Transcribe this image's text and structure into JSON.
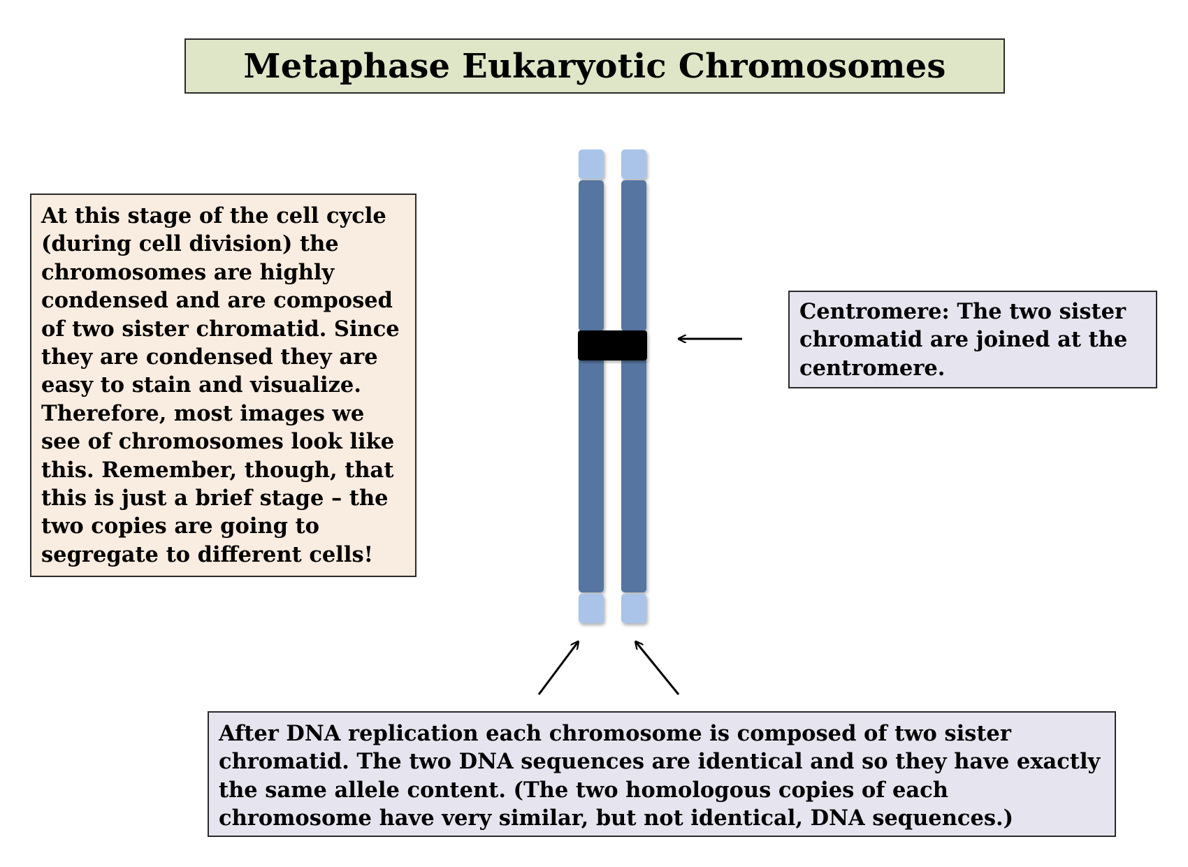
{
  "title": "Metaphase Eukaryotic Chromosomes",
  "left_note": {
    "lines": [
      "At this stage of the cell cycle",
      "(during cell division) the",
      "chromosomes are highly",
      "condensed and are composed",
      "of two sister chromatid. Since",
      "they are condensed they are",
      "easy to stain and visualize.",
      "Therefore, most images we",
      "see of chromosomes look like",
      "this. Remember, though, that",
      "this is just a brief stage – the",
      "two copies are going to",
      "segregate to different cells!"
    ]
  },
  "centromere_note": {
    "lines": [
      "Centromere: The two sister",
      "chromatid are joined at the",
      "centromere."
    ]
  },
  "replication_note": {
    "lines": [
      "After DNA replication each chromosome is composed of two sister",
      "chromatid. The two DNA sequences are identical and so they have exactly",
      "the same allele content. (The two homologous copies of each",
      "chromosome have very similar, but not identical, DNA sequences.)"
    ]
  },
  "colors": {
    "chromatid_arm": "#5674a0",
    "telomere": "#a9c4e8",
    "centromere": "#000000",
    "title_bg": "#dfe6c8",
    "left_note_bg": "#f9ece0",
    "note_bg": "#e6e4ee"
  }
}
